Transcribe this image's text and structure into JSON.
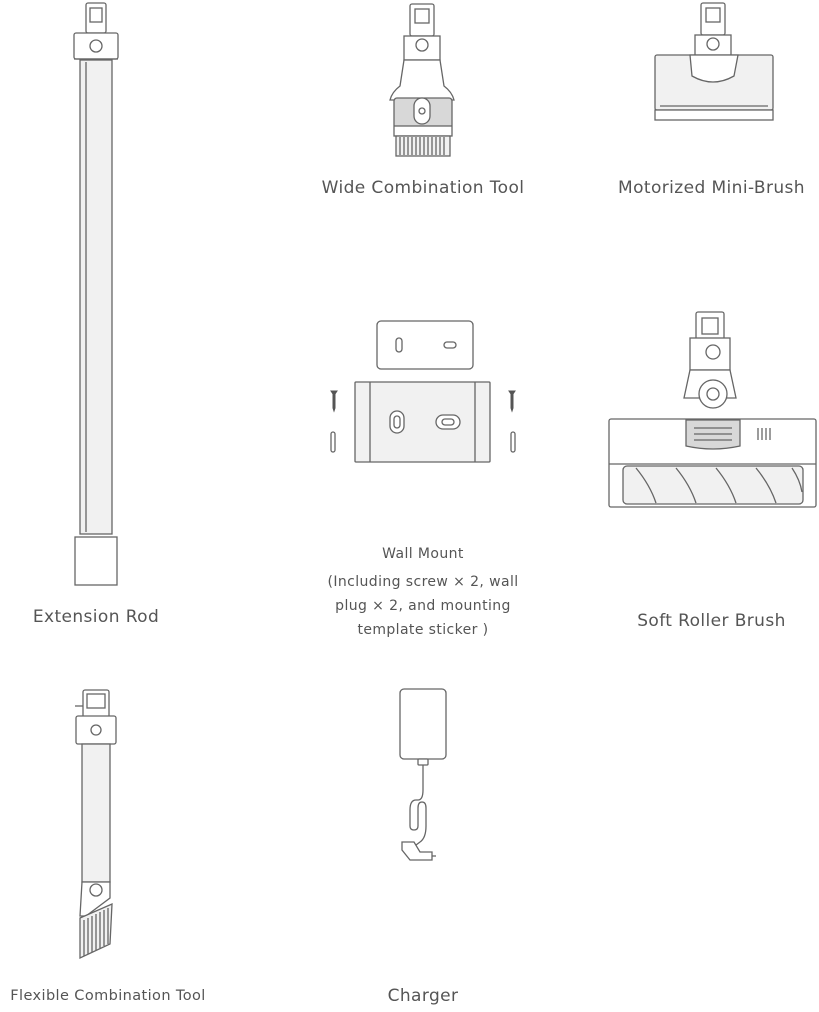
{
  "items": {
    "extension_rod": {
      "label": "Extension Rod"
    },
    "wide_tool": {
      "label": "Wide Combination Tool"
    },
    "mini_brush": {
      "label": "Motorized Mini-Brush"
    },
    "wall_mount": {
      "label": "Wall Mount",
      "detail_line1": "(Including screw × 2, wall",
      "detail_line2": "plug × 2, and mounting",
      "detail_line3": "template sticker )"
    },
    "roller_brush": {
      "label": "Soft Roller Brush"
    },
    "flexible_tool": {
      "label": "Flexible Combination Tool"
    },
    "charger": {
      "label": "Charger"
    }
  },
  "colors": {
    "line": "#666666",
    "text": "#555555",
    "fill_light": "#f1f1f1"
  }
}
